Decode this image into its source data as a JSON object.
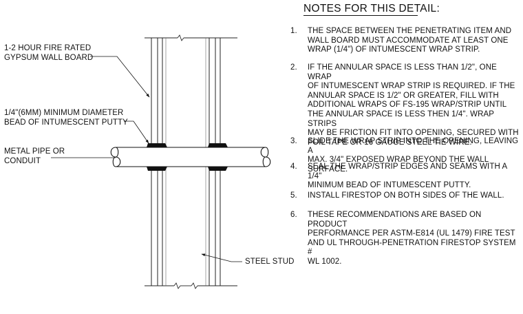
{
  "labels": {
    "gypsum": "1-2 HOUR FIRE RATED\nGYPSUM WALL BOARD",
    "putty": "1/4\"(6MM) MINIMUM DIAMETER\nBEAD OF INTUMESCENT PUTTY",
    "pipe": "METAL PIPE OR\nCONDUIT",
    "stud": "STEEL STUD"
  },
  "notes": {
    "title": "NOTES FOR THIS DETAIL:",
    "items": [
      {
        "num": "1.",
        "text": "THE SPACE BETWEEN THE PENETRATING ITEM AND\nWALL BOARD MUST ACCOMMODATE AT LEAST ONE\nWRAP  (1/4\") OF INTUMESCENT WRAP STRIP."
      },
      {
        "num": "2.",
        "text": "IF THE ANNULAR SPACE IS LESS THAN 1/2\", ONE WRAP\nOF INTUMESCENT WRAP STRIP IS REQUIRED. IF THE\nANNULAR SPACE IS 1/2\" OR GREATER, FILL WITH\nADDITIONAL WRAPS  OF FS-195 WRAP/STRIP UNTIL\nTHE ANNULAR SPACE IS LESS THEN 1/4\". WRAP STRIPS\nMAY BE FRICTION FIT INTO OPENING, SECURED WITH\nFOIL TAPE OR 16 GAUGE STEEL TIE WIRE."
      },
      {
        "num": "3.",
        "text": "SLIDE THE WRAP STRIP INTO THE OPENING, LEAVING A\nMAX. 3/4\" EXPOSED WRAP BEYOND THE WALL\nSURFACE."
      },
      {
        "num": "4.",
        "text": "SEAL THE WRAP/STRIP EDGES AND SEAMS WITH A 1/4\"\nMINIMUM BEAD OF INTUMESCENT PUTTY."
      },
      {
        "num": "5.",
        "text": "INSTALL FIRESTOP ON BOTH SIDES OF THE WALL."
      },
      {
        "num": "6.",
        "text": "THESE RECOMMENDATIONS ARE BASED ON PRODUCT\nPERFORMANCE PER ASTM-E814 (UL 1479) FIRE TEST\nAND UL THROUGH-PENETRATION FIRESTOP SYSTEM #\nWL 1002."
      }
    ]
  }
}
